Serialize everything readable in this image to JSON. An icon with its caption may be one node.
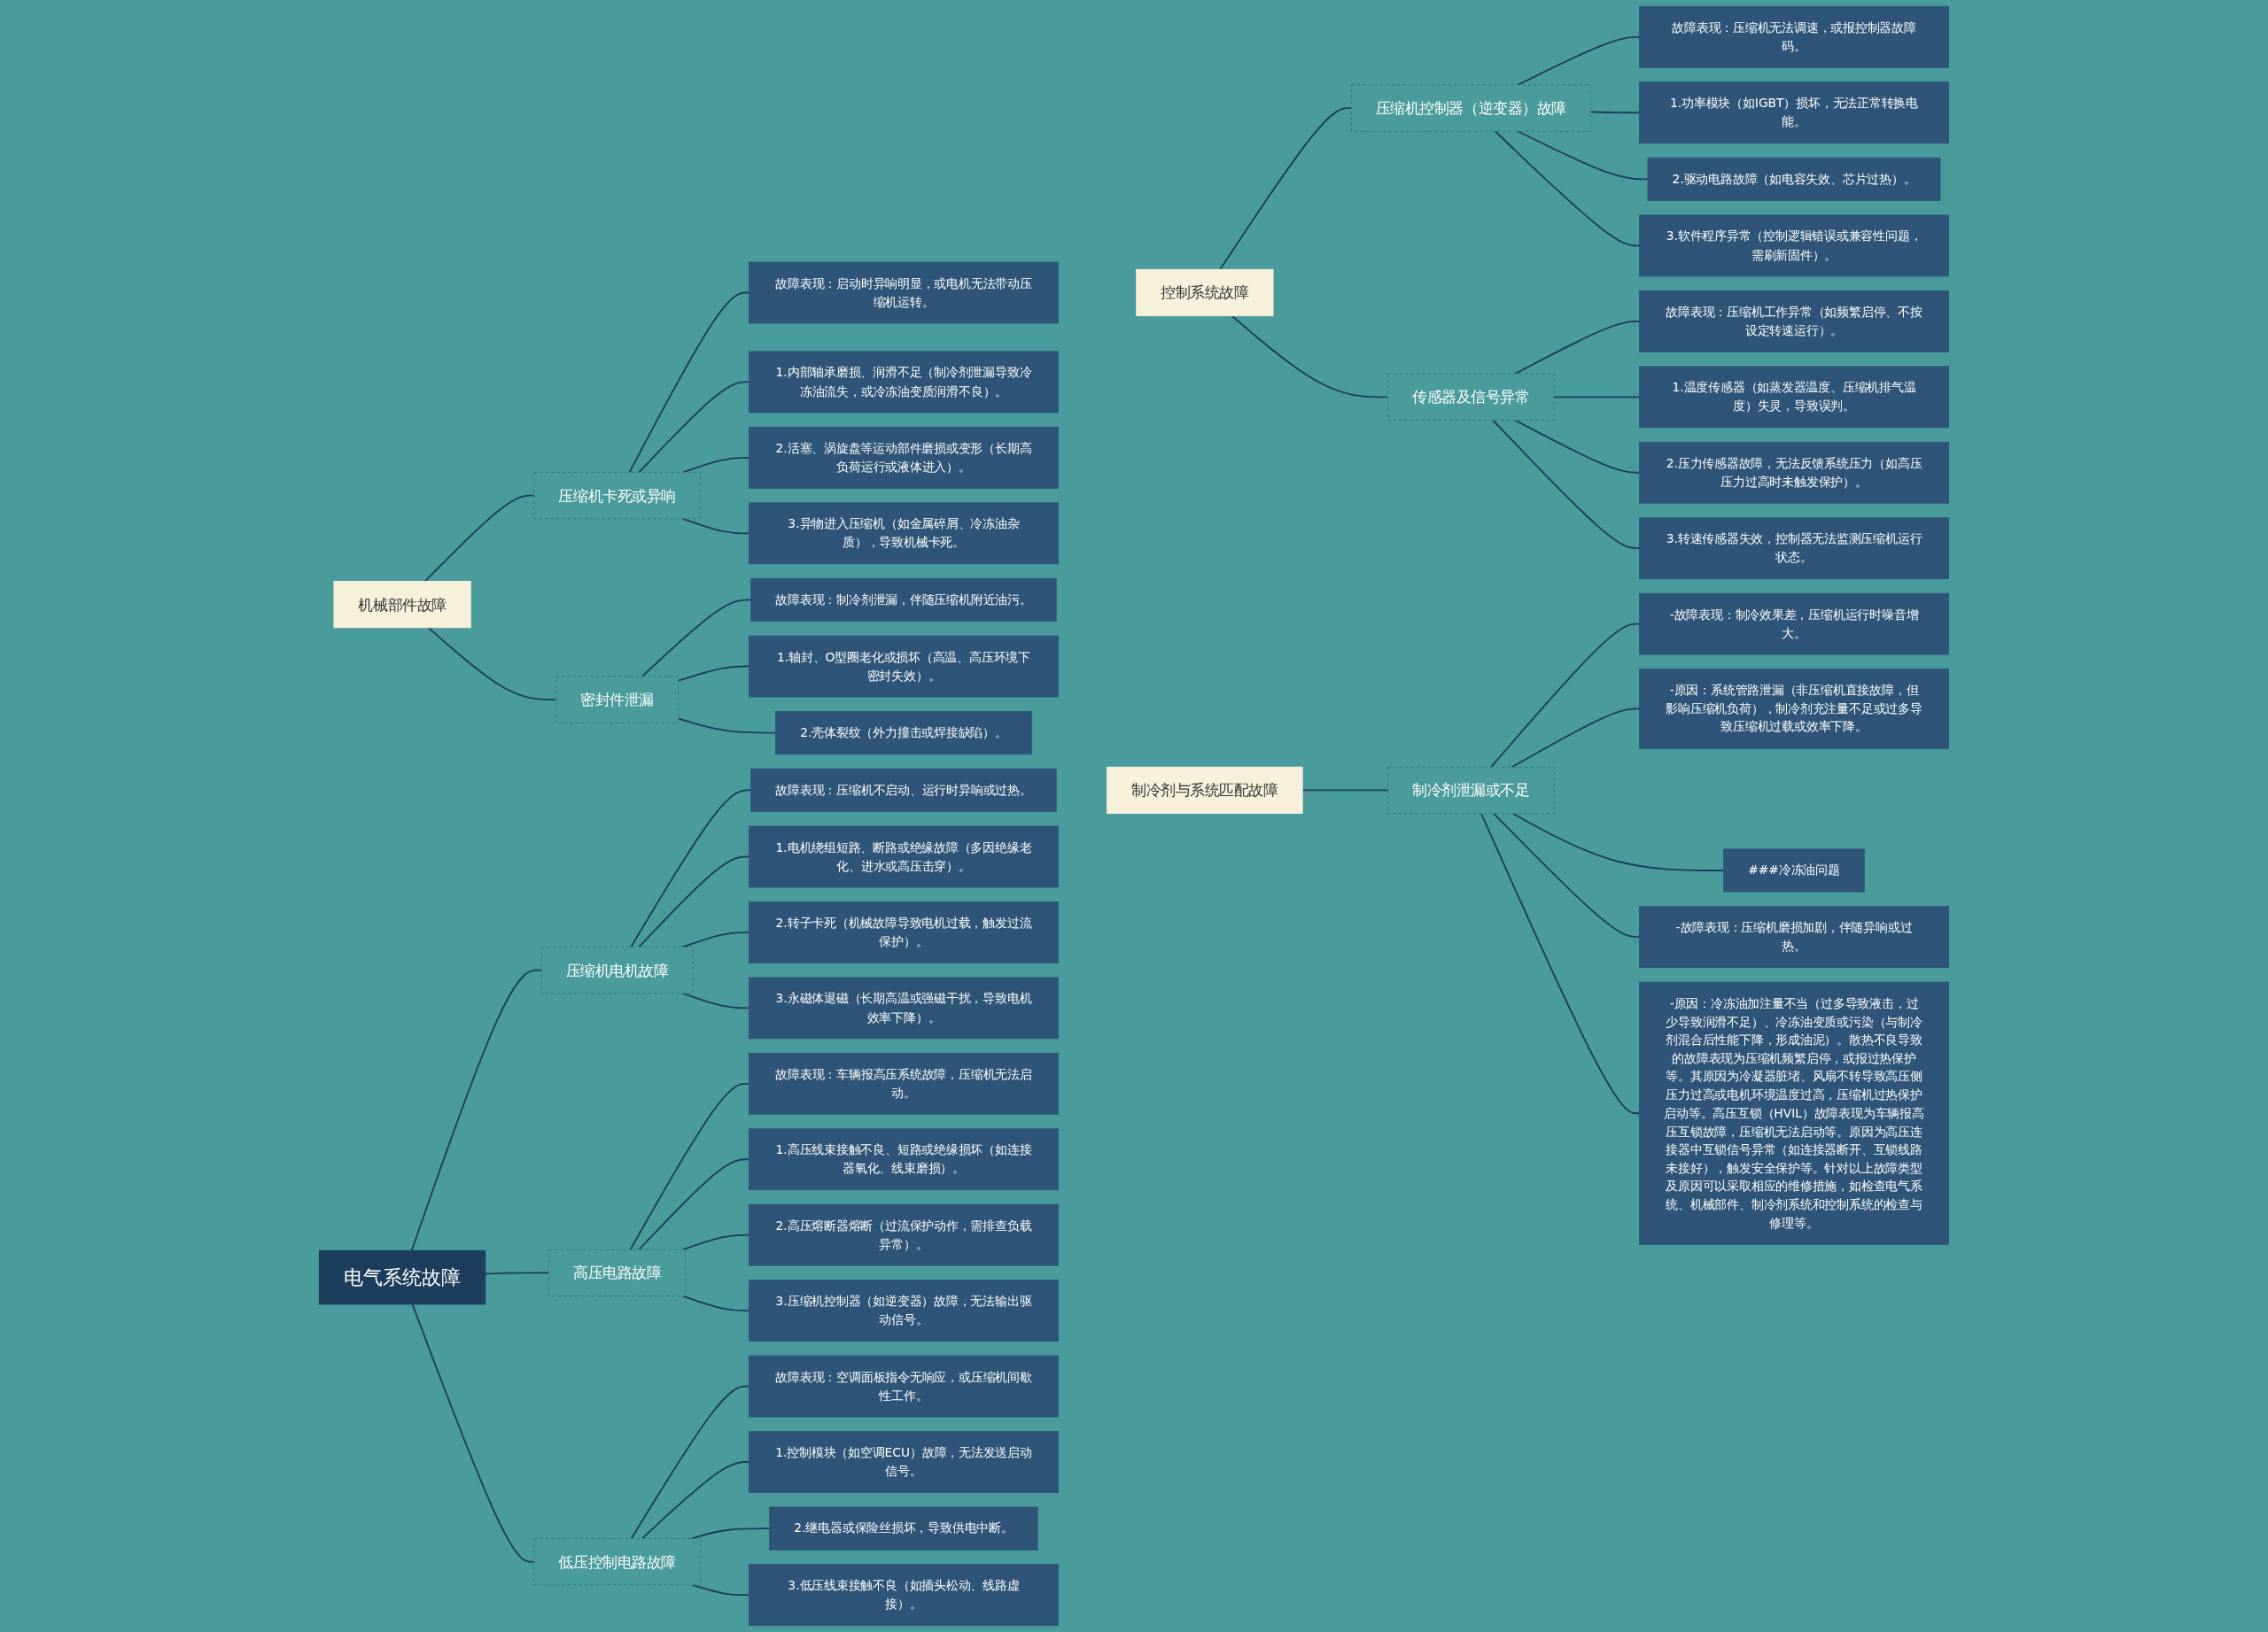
{
  "diagram": {
    "nodes": [
      {
        "text": [
          "机械部件故障"
        ]
      },
      {
        "text": [
          "压缩机卡死或异响"
        ]
      },
      {
        "text": [
          "故障表现：启动时异响明显，或电机无法带动压缩机运转。"
        ]
      },
      {
        "text": [
          "1.内部轴承磨损、润滑不足（制冷剂泄漏导致冷冻油流失，或冷冻油变质润滑不良）。"
        ]
      },
      {
        "text": [
          "2.活塞、涡旋盘等运动部件磨损或变形（长期高负荷运行或液体进入）。"
        ]
      },
      {
        "text": [
          "3.异物进入压缩机（如金属碎屑、冷冻油杂质），导致机械卡死。"
        ]
      },
      {
        "text": [
          "密封件泄漏"
        ]
      },
      {
        "text": [
          "故障表现：制冷剂泄漏，伴随压缩机附近油污。"
        ]
      },
      {
        "text": [
          "1.轴封、O型圈老化或损坏（高温、高压环境下密封失效）。"
        ]
      },
      {
        "text": [
          "2.壳体裂纹（外力撞击或焊接缺陷）。"
        ]
      },
      {
        "text": [
          "控制系统故障"
        ]
      },
      {
        "text": [
          "压缩机控制器（逆变器）故障"
        ]
      },
      {
        "text": [
          "故障表现：压缩机无法调速，或报控制器故障码。"
        ]
      },
      {
        "text": [
          "1.功率模块（如IGBT）损坏，无法正常转换电能。"
        ]
      },
      {
        "text": [
          "2.驱动电路故障（如电容失效、芯片过热）。"
        ]
      },
      {
        "text": [
          "3.软件程序异常（控制逻辑错误或兼容性问题，需刷新固件）。"
        ]
      },
      {
        "text": [
          "传感器及信号异常"
        ]
      },
      {
        "text": [
          "故障表现：压缩机工作异常（如频繁启停、不按设定转速运行）。"
        ]
      },
      {
        "text": [
          "1.温度传感器（如蒸发器温度、压缩机排气温度）失灵，导致误判。"
        ]
      },
      {
        "text": [
          "2.压力传感器故障，无法反馈系统压力（如高压压力过高时未触发保护）。"
        ]
      },
      {
        "text": [
          "3.转速传感器失效，控制器无法监测压缩机运行状态。"
        ]
      },
      {
        "text": [
          "电气系统故障"
        ]
      },
      {
        "text": [
          "压缩机电机故障"
        ]
      },
      {
        "text": [
          "故障表现：压缩机不启动、运行时异响或过热。"
        ]
      },
      {
        "text": [
          "1.电机绕组短路、断路或绝缘故障（多因绝缘老化、进水或高压击穿）。"
        ]
      },
      {
        "text": [
          "2.转子卡死（机械故障导致电机过载，触发过流保护）。"
        ]
      },
      {
        "text": [
          "3.永磁体退磁（长期高温或强磁干扰，导致电机效率下降）。"
        ]
      },
      {
        "text": [
          "高压电路故障"
        ]
      },
      {
        "text": [
          "故障表现：车辆报高压系统故障，压缩机无法启动。"
        ]
      },
      {
        "text": [
          "1.高压线束接触不良、短路或绝缘损坏（如连接器氧化、线束磨损）。"
        ]
      },
      {
        "text": [
          "2.高压熔断器熔断（过流保护动作，需排查负载异常）。"
        ]
      },
      {
        "text": [
          "3.压缩机控制器（如逆变器）故障，无法输出驱动信号。"
        ]
      },
      {
        "text": [
          "低压控制电路故障"
        ]
      },
      {
        "text": [
          "故障表现：空调面板指令无响应，或压缩机间歇性工作。"
        ]
      },
      {
        "text": [
          "1.控制模块（如空调ECU）故障，无法发送启动信号。"
        ]
      },
      {
        "text": [
          "2.继电器或保险丝损坏，导致供电中断。"
        ]
      },
      {
        "text": [
          "3.低压线束接触不良（如插头松动、线路虚接）。"
        ]
      },
      {
        "text": [
          "制冷剂与系统匹配故障"
        ]
      },
      {
        "text": [
          "制冷剂泄漏或不足"
        ]
      },
      {
        "text": [
          "-故障表现：制冷效果差，压缩机运行时噪音增大。"
        ]
      },
      {
        "text": [
          "-原因：系统管路泄漏（非压缩机直接故障，但影响压缩机负荷），制冷剂充注量不足或过多导致压缩机过载或效率下降。"
        ]
      },
      {
        "text": [
          "###冷冻油问题"
        ]
      },
      {
        "text": [
          "-故障表现：压缩机磨损加剧，伴随异响或过热。"
        ]
      },
      {
        "text": [
          "-原因：冷冻油加注量不当（过多导致液击，过少导致润滑不足）、冷冻油变质或污染（与制冷剂混合后性能下降，形成油泥）。散热不良导致的故障表现为压缩机频繁启停，或报过热保护等。其原因为冷凝器脏堵、风扇不转导致高压侧压力过高或电机环境温度过高，压缩机过热保护启动等。高压互锁（HVIL）故障表现为车辆报高压互锁故障，压缩机无法启动等。原因为高压连接器中互锁信号异常（如连接器断开、互锁线路未接好），触发安全保护等。针对以上故障类型及原因可以采取相应的维修措施，如检查电气系统、机械部件、制冷剂系统和控制系统的检查与修理等。"
        ]
      }
    ],
    "edges": [
      {
        "from": 0,
        "to": 1,
        "arrow": "none"
      },
      {
        "from": 0,
        "to": 6,
        "arrow": "none"
      },
      {
        "from": 1,
        "to": 2,
        "arrow": "none"
      },
      {
        "from": 1,
        "to": 3,
        "arrow": "none"
      },
      {
        "from": 1,
        "to": 4,
        "arrow": "none"
      },
      {
        "from": 1,
        "to": 5,
        "arrow": "none"
      },
      {
        "from": 6,
        "to": 7,
        "arrow": "none"
      },
      {
        "from": 6,
        "to": 8,
        "arrow": "none"
      },
      {
        "from": 6,
        "to": 9,
        "arrow": "none"
      },
      {
        "from": 10,
        "to": 11,
        "arrow": "none"
      },
      {
        "from": 10,
        "to": 16,
        "arrow": "none"
      },
      {
        "from": 11,
        "to": 12,
        "arrow": "none"
      },
      {
        "from": 11,
        "to": 13,
        "arrow": "none"
      },
      {
        "from": 11,
        "to": 14,
        "arrow": "none"
      },
      {
        "from": 11,
        "to": 15,
        "arrow": "none"
      },
      {
        "from": 16,
        "to": 17,
        "arrow": "none"
      },
      {
        "from": 16,
        "to": 18,
        "arrow": "none"
      },
      {
        "from": 16,
        "to": 19,
        "arrow": "none"
      },
      {
        "from": 16,
        "to": 20,
        "arrow": "none"
      },
      {
        "from": 21,
        "to": 22,
        "arrow": "none"
      },
      {
        "from": 21,
        "to": 27,
        "arrow": "none"
      },
      {
        "from": 21,
        "to": 32,
        "arrow": "none"
      },
      {
        "from": 22,
        "to": 23,
        "arrow": "none"
      },
      {
        "from": 22,
        "to": 24,
        "arrow": "none"
      },
      {
        "from": 22,
        "to": 25,
        "arrow": "none"
      },
      {
        "from": 22,
        "to": 26,
        "arrow": "none"
      },
      {
        "from": 27,
        "to": 28,
        "arrow": "none"
      },
      {
        "from": 27,
        "to": 29,
        "arrow": "none"
      },
      {
        "from": 27,
        "to": 30,
        "arrow": "none"
      },
      {
        "from": 27,
        "to": 31,
        "arrow": "none"
      },
      {
        "from": 32,
        "to": 33,
        "arrow": "none"
      },
      {
        "from": 32,
        "to": 34,
        "arrow": "none"
      },
      {
        "from": 32,
        "to": 35,
        "arrow": "none"
      },
      {
        "from": 32,
        "to": 36,
        "arrow": "none"
      },
      {
        "from": 37,
        "to": 38,
        "arrow": "none"
      },
      {
        "from": 38,
        "to": 39,
        "arrow": "none"
      },
      {
        "from": 38,
        "to": 40,
        "arrow": "none"
      },
      {
        "from": 38,
        "to": 41,
        "arrow": "none"
      },
      {
        "from": 38,
        "to": 42,
        "arrow": "none"
      },
      {
        "from": 38,
        "to": 43,
        "arrow": "none"
      }
    ]
  }
}
